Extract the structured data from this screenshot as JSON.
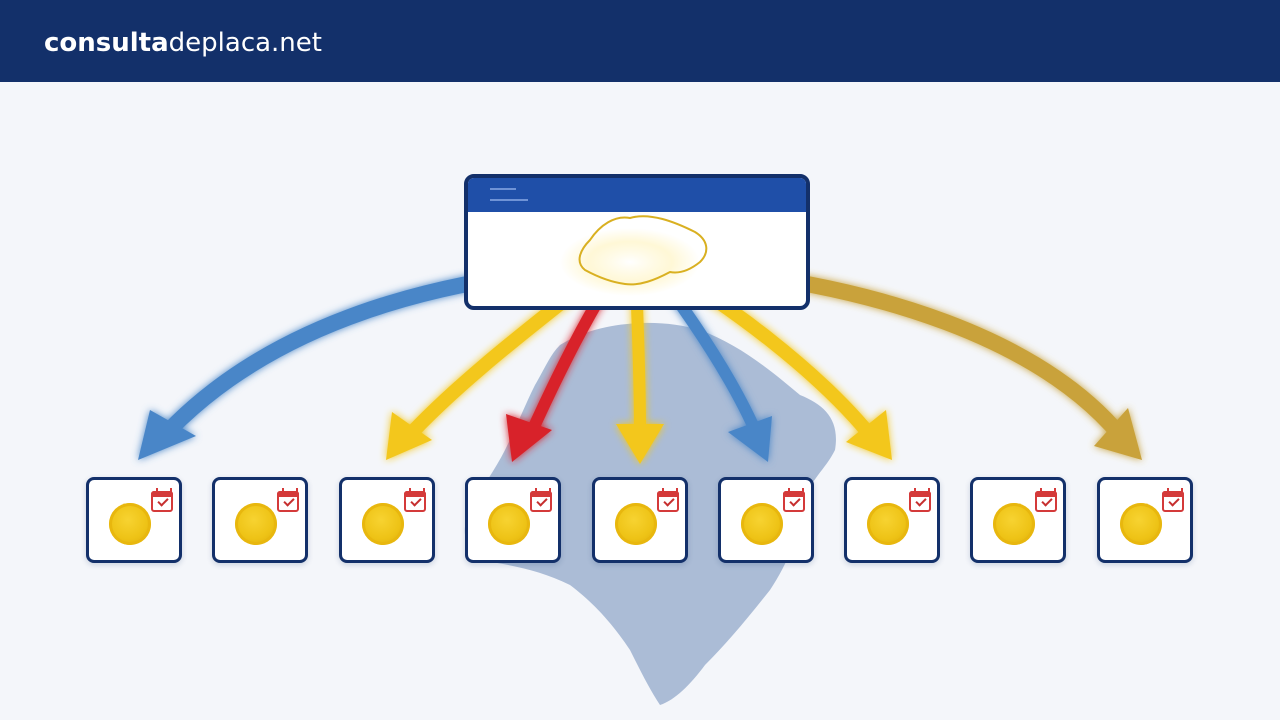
{
  "header": {
    "logo_bold": "consulta",
    "logo_regular": "deplaca.net",
    "background": "#13306a"
  },
  "diagram": {
    "center": "browser-window-with-state-outline",
    "background_map": "state-silhouette",
    "arrow_colors": [
      "#4a86c8",
      "#f3c71d",
      "#d8232a",
      "#f3c71d",
      "#4a86c8",
      "#f3c71d",
      "#c9a23a"
    ],
    "tiles": [
      {
        "icon": "coin-icon",
        "badge": "calendar-check-icon"
      },
      {
        "icon": "coin-icon",
        "badge": "calendar-check-icon"
      },
      {
        "icon": "coin-icon",
        "badge": "calendar-check-icon"
      },
      {
        "icon": "coin-icon",
        "badge": "calendar-check-icon"
      },
      {
        "icon": "coin-icon",
        "badge": "calendar-check-icon"
      },
      {
        "icon": "coin-icon",
        "badge": "calendar-check-icon"
      },
      {
        "icon": "coin-icon",
        "badge": "calendar-check-icon"
      },
      {
        "icon": "coin-icon",
        "badge": "calendar-check-icon"
      },
      {
        "icon": "coin-icon",
        "badge": "calendar-check-icon"
      }
    ]
  }
}
